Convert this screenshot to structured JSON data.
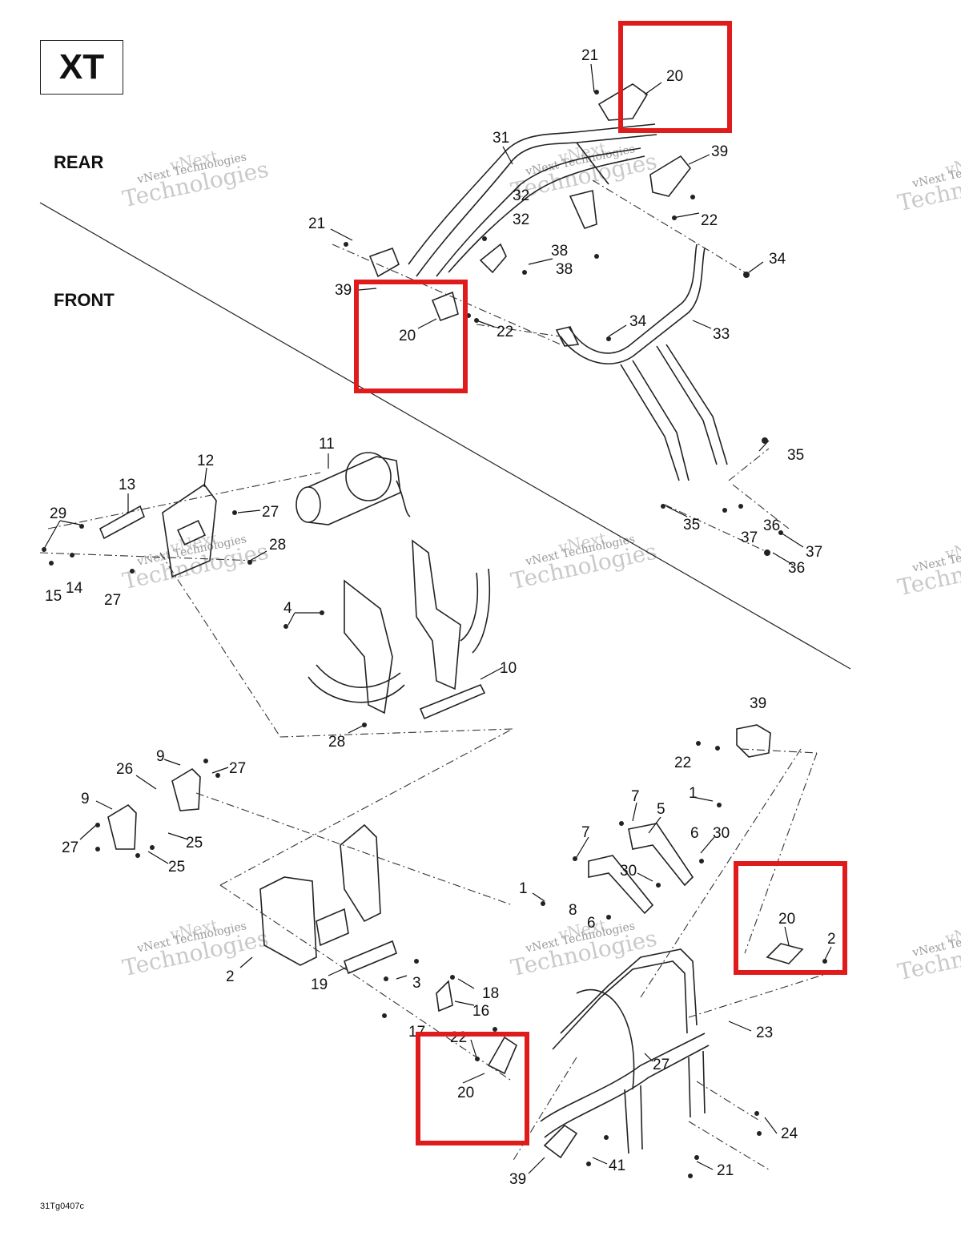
{
  "model_label": "XT",
  "section_labels": {
    "rear": "REAR",
    "front": "FRONT"
  },
  "figure_code": "31Tg0407c",
  "watermark": {
    "line1": "vNext",
    "line2": "vNext Technologies",
    "line3": "Technologies"
  },
  "highlight_color": "#e01b1b",
  "highlighted_part": "20",
  "callouts": [
    "21",
    "20",
    "31",
    "39",
    "32",
    "32",
    "22",
    "21",
    "38",
    "38",
    "34",
    "39",
    "20",
    "22",
    "34",
    "33",
    "11",
    "12",
    "13",
    "29",
    "27",
    "28",
    "15",
    "14",
    "27",
    "4",
    "10",
    "28",
    "35",
    "35",
    "36",
    "37",
    "37",
    "36",
    "39",
    "22",
    "9",
    "26",
    "27",
    "9",
    "27",
    "25",
    "25",
    "7",
    "1",
    "5",
    "6",
    "30",
    "7",
    "1",
    "30",
    "8",
    "6",
    "20",
    "2",
    "2",
    "19",
    "3",
    "18",
    "16",
    "17",
    "22",
    "20",
    "27",
    "23",
    "24",
    "39",
    "41",
    "21"
  ]
}
